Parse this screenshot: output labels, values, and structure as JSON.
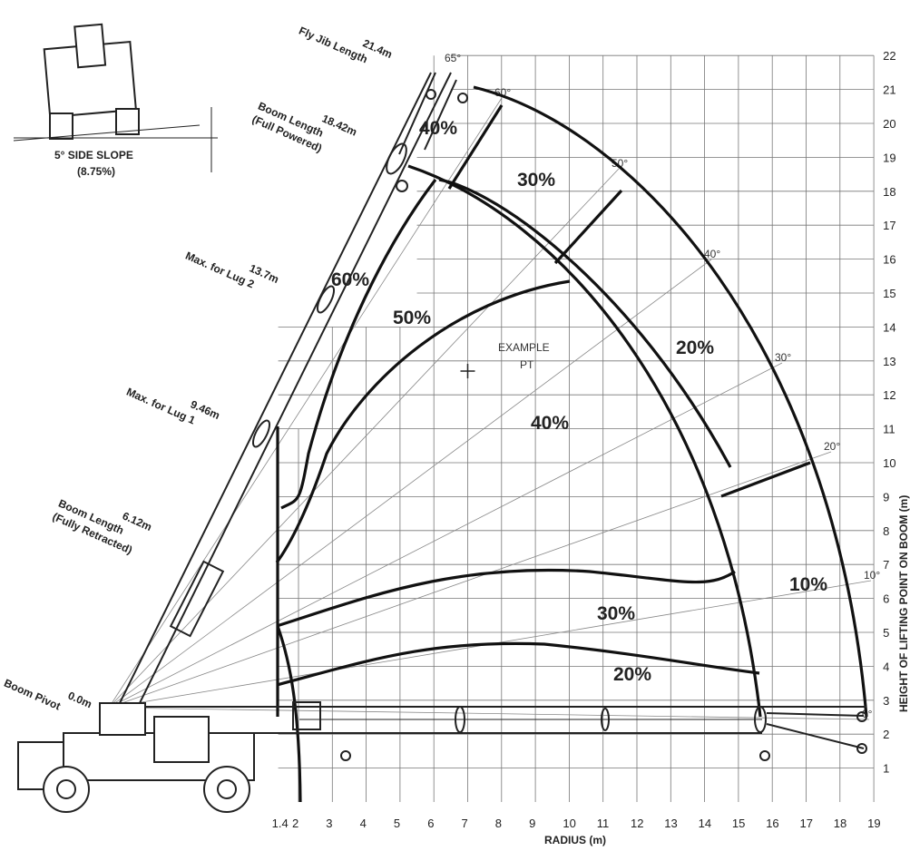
{
  "chart_data": {
    "type": "range_chart",
    "xlabel": "RADIUS (m)",
    "ylabel": "HEIGHT OF LIFTING POINT ON BOOM (m)",
    "x_ticks": [
      "1.4",
      "2",
      "3",
      "4",
      "5",
      "6",
      "7",
      "8",
      "9",
      "10",
      "11",
      "12",
      "13",
      "14",
      "15",
      "16",
      "17",
      "18",
      "19"
    ],
    "y_ticks": [
      "1",
      "2",
      "3",
      "4",
      "5",
      "6",
      "7",
      "8",
      "9",
      "10",
      "11",
      "12",
      "13",
      "14",
      "15",
      "16",
      "17",
      "18",
      "19",
      "20",
      "21",
      "22"
    ],
    "angle_labels": [
      "65°",
      "60°",
      "50°",
      "40°",
      "30°",
      "20°",
      "10°",
      "0°"
    ],
    "zone_labels": [
      "40%",
      "30%",
      "60%",
      "50%",
      "20%",
      "40%",
      "30%",
      "10%",
      "20%"
    ],
    "boom_annotations": [
      {
        "value": "21.4m",
        "label": "Fly Jib Length"
      },
      {
        "value": "18.42m",
        "label": "Boom Length",
        "sub": "(Full Powered)"
      },
      {
        "value": "13.7m",
        "label": "Max. for Lug 2"
      },
      {
        "value": "9.46m",
        "label": "Max. for Lug 1"
      },
      {
        "value": "6.12m",
        "label": "Boom Length",
        "sub": "(Fully Retracted)"
      },
      {
        "value": "0.0m",
        "label": "Boom Pivot"
      }
    ],
    "side_slope": {
      "label": "5° SIDE SLOPE",
      "sub": "(8.75%)"
    },
    "example": {
      "label": "EXAMPLE",
      "sub": "PT",
      "x": 7.0,
      "y": 12.7
    }
  }
}
